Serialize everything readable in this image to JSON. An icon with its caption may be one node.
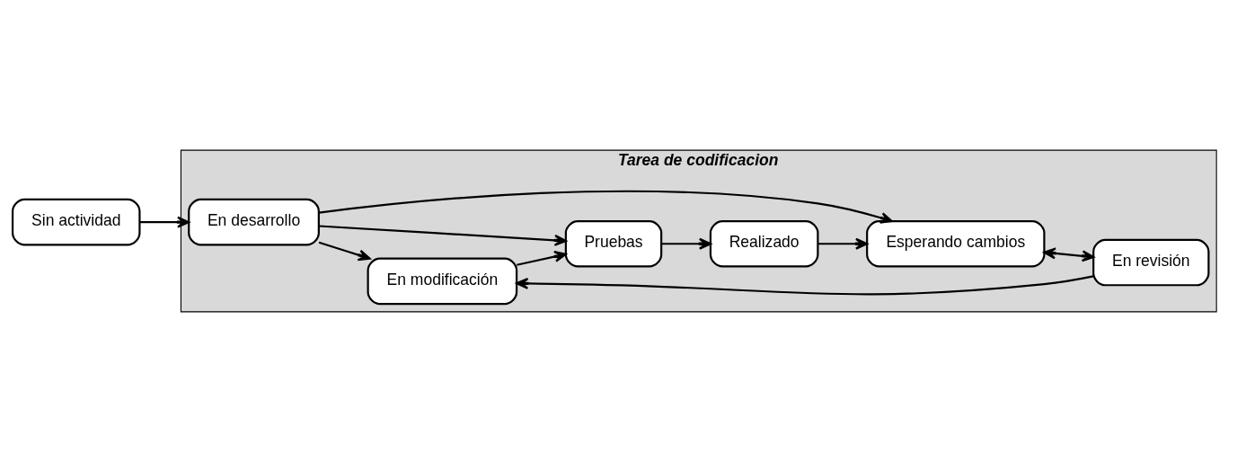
{
  "diagram": {
    "nodes": [
      {
        "text": [
          "Sin actividad"
        ]
      },
      {
        "text": [
          "Tarea de codificacion"
        ]
      },
      {
        "text": [
          "En desarrollo"
        ],
        "in": 1
      },
      {
        "text": [
          "En modificación"
        ],
        "in": 1
      },
      {
        "text": [
          "Pruebas"
        ],
        "in": 1
      },
      {
        "text": [
          "En revisión"
        ],
        "in": 1
      },
      {
        "text": [
          "Esperando cambios"
        ],
        "in": 1
      },
      {
        "text": [
          "Realizado"
        ],
        "in": 1
      }
    ],
    "edges": [
      {
        "from": 0,
        "to": 2,
        "arrow": "to"
      },
      {
        "from": 2,
        "to": 3,
        "arrow": "to"
      },
      {
        "from": 2,
        "to": 6,
        "arrow": "to"
      },
      {
        "from": 2,
        "to": 4,
        "arrow": "to"
      },
      {
        "from": 3,
        "to": 4,
        "arrow": "to"
      },
      {
        "from": 5,
        "to": 3,
        "arrow": "to"
      },
      {
        "from": 6,
        "to": 5,
        "arrow": "both"
      },
      {
        "from": 4,
        "to": 7,
        "arrow": "to"
      },
      {
        "from": 7,
        "to": 6,
        "arrow": "to"
      }
    ]
  }
}
